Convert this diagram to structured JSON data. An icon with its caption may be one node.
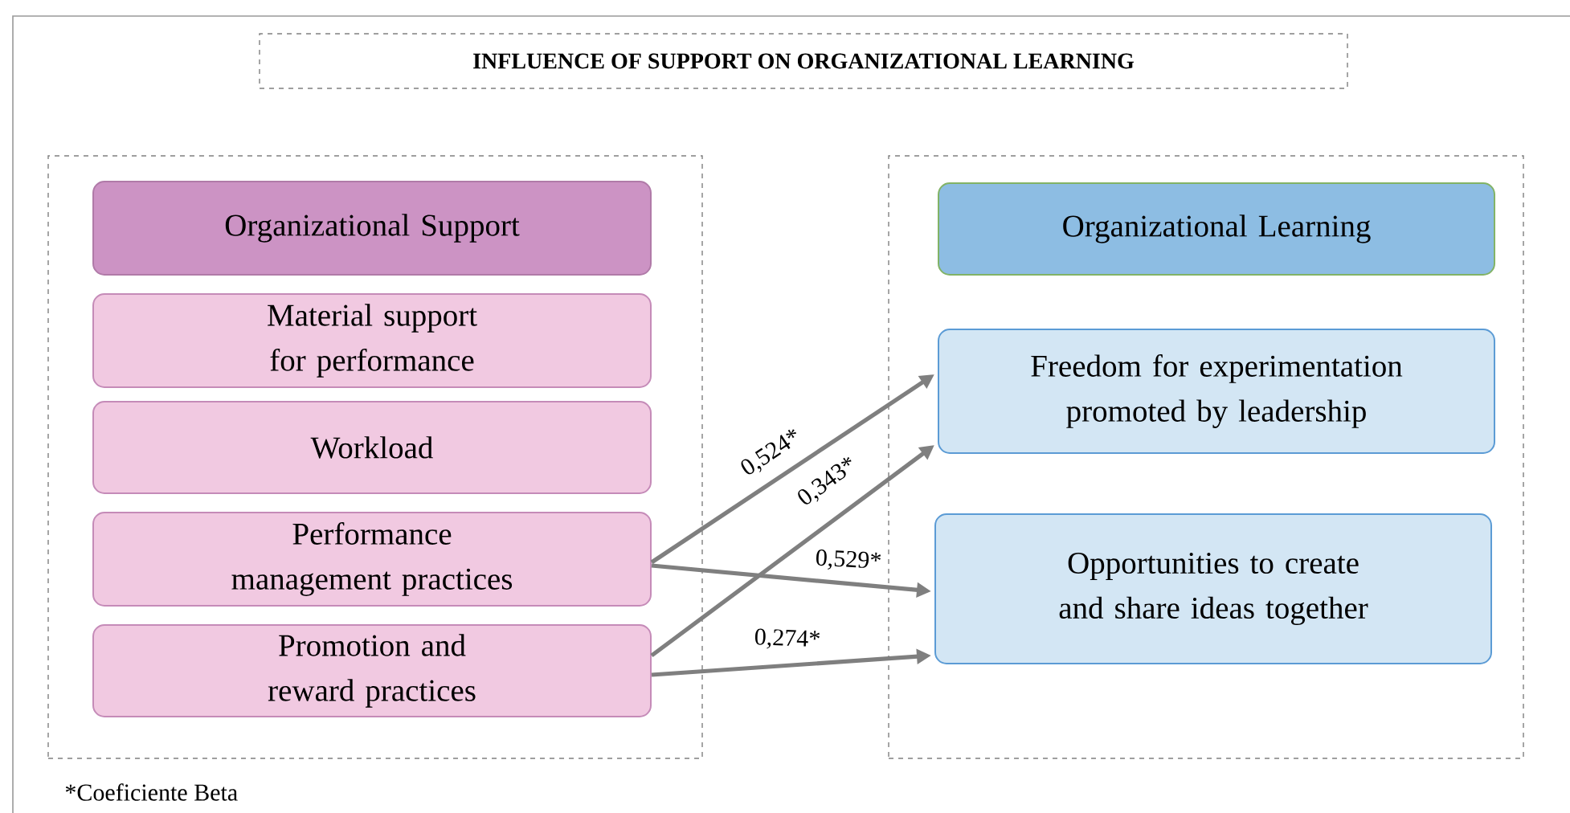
{
  "diagram": {
    "title": "INFLUENCE OF SUPPORT ON ORGANIZATIONAL LEARNING",
    "nodes": [
      {
        "text": [],
        "shape": "box"
      },
      {
        "text": [
          "Organizational Support"
        ],
        "in": 0
      },
      {
        "text": [
          "Material support for performance"
        ],
        "in": 0
      },
      {
        "text": [
          "Workload"
        ],
        "in": 0
      },
      {
        "text": [
          "Performance management practices"
        ],
        "in": 0
      },
      {
        "text": [
          "Promotion and reward practices"
        ],
        "in": 0
      },
      {
        "text": [],
        "shape": "box"
      },
      {
        "text": [
          "Organizational Learning"
        ],
        "in": 6
      },
      {
        "text": [
          "Freedom for experimentation promoted by leadership"
        ],
        "in": 6
      },
      {
        "text": [
          "Opportunities to create and share ideas together"
        ],
        "in": 6
      }
    ],
    "edges": [
      {
        "from": 4,
        "to": 8,
        "arrow": "to",
        "label": "0,524*"
      },
      {
        "from": 5,
        "to": 8,
        "arrow": "to",
        "label": "0,343*"
      },
      {
        "from": 4,
        "to": 9,
        "arrow": "to",
        "label": "0,529*"
      },
      {
        "from": 5,
        "to": 9,
        "arrow": "to",
        "label": "0,274*"
      }
    ],
    "labels": [
      "*Coeficiente Beta"
    ]
  }
}
